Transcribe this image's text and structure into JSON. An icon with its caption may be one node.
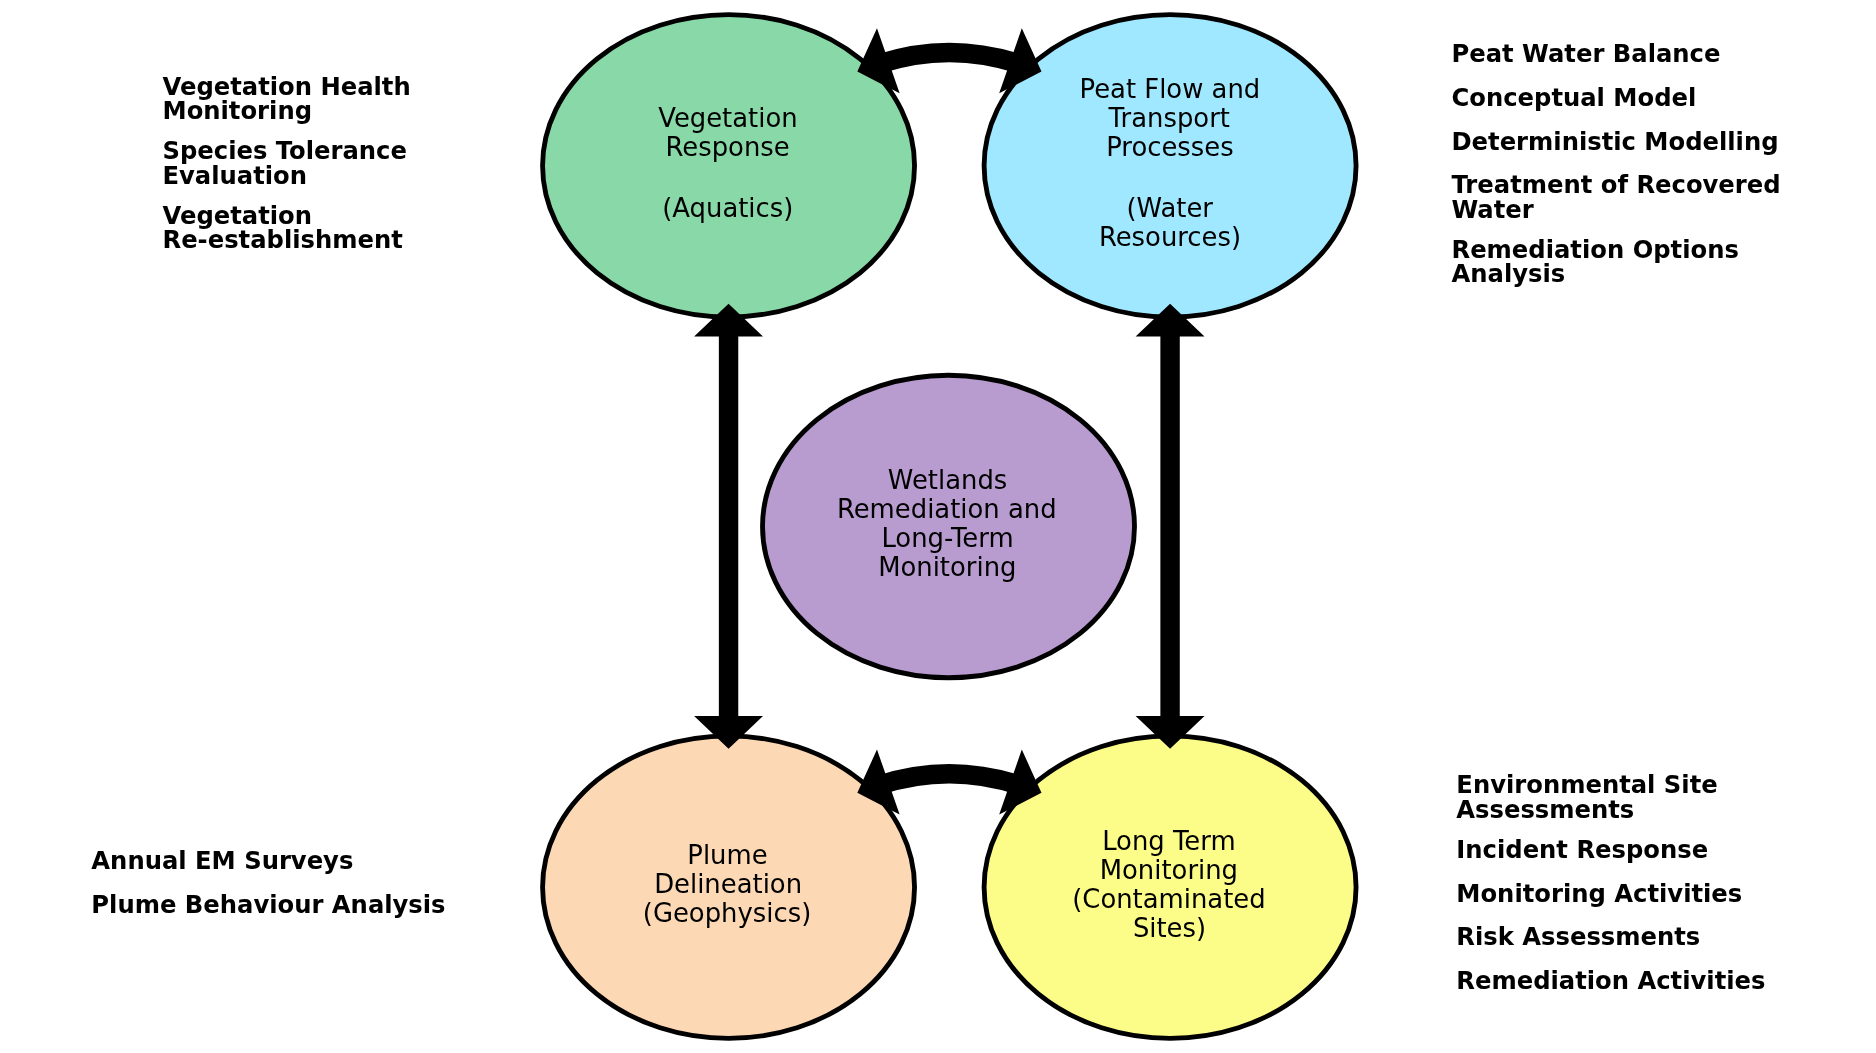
{
  "diagram": {
    "nodes": [
      {
        "text": [
          "Vegetation Response",
          "(Aquatics)"
        ],
        "beside": [
          "Vegetation Health Monitoring",
          "Species Tolerance Evaluation",
          "Vegetation Re-establishment"
        ]
      },
      {
        "text": [
          "Peat Flow and Transport Processes",
          "(Water Resources)"
        ],
        "beside": [
          "Peat Water Balance",
          "Conceptual Model",
          "Deterministic Modelling",
          "Treatment of Recovered Water",
          "Remediation Options Analysis"
        ]
      },
      {
        "text": [
          "Wetlands Remediation and Long-Term Monitoring"
        ]
      },
      {
        "text": [
          "Plume Delineation (Geophysics)"
        ],
        "beside": [
          "Annual EM Surveys",
          "Plume Behaviour Analysis"
        ]
      },
      {
        "text": [
          "Long Term Monitoring (Contaminated Sites)"
        ],
        "beside": [
          "Environmental Site Assessments",
          "Incident Response",
          "Monitoring Activities",
          "Risk Assessments",
          "Remediation Activities"
        ]
      }
    ],
    "edges": [
      {
        "from": 0,
        "to": 1,
        "arrow": "both"
      },
      {
        "from": 0,
        "to": 3,
        "arrow": "both"
      },
      {
        "from": 1,
        "to": 4,
        "arrow": "both"
      },
      {
        "from": 3,
        "to": 4,
        "arrow": "both"
      }
    ]
  }
}
